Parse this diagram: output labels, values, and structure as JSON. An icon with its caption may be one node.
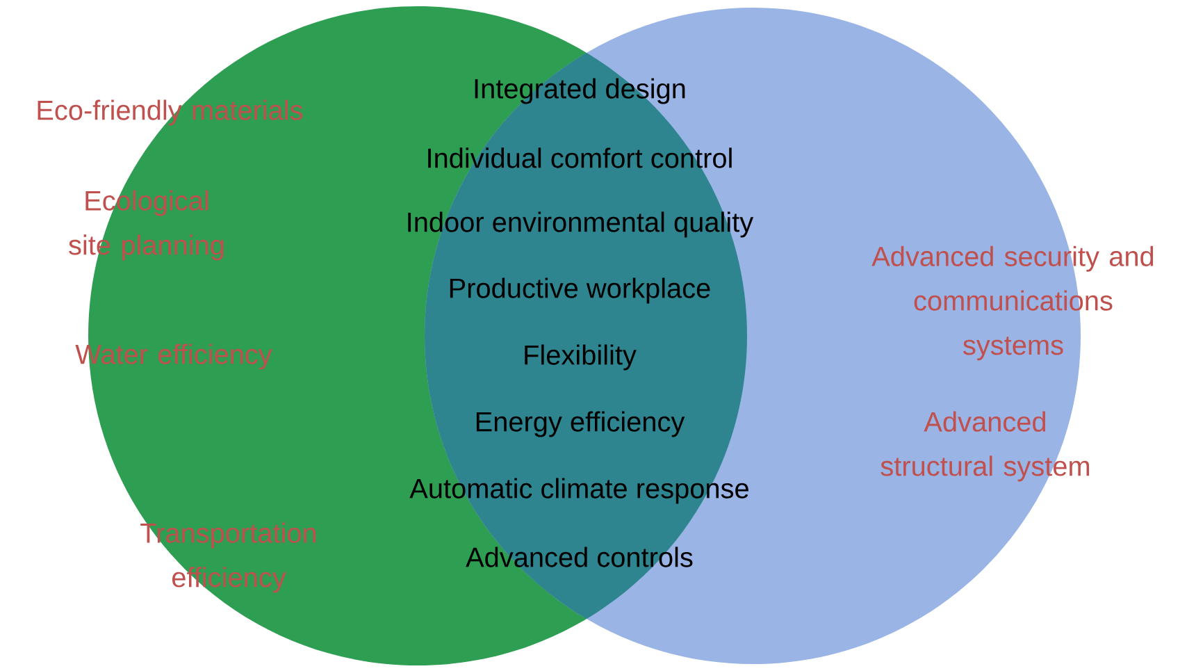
{
  "diagram": {
    "nodes": [
      {
        "text": [
          "Eco-friendly materials",
          "Ecological site planning",
          "Water efficiency",
          "Transportation efficiency"
        ]
      },
      {
        "text": [
          "Advanced security and communications systems",
          "Advanced structural system"
        ]
      }
    ],
    "labels": [
      "Integrated design",
      "Individual comfort control",
      "Indoor environmental quality",
      "Productive workplace",
      "Flexibility",
      "Energy efficiency",
      "Automatic climate response",
      "Advanced controls"
    ]
  }
}
